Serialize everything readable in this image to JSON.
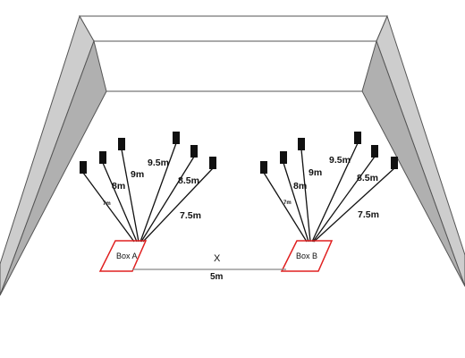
{
  "colors": {
    "wall_top": "#ffffff",
    "wall_side": "#c9c9c9",
    "wall_stroke": "#555555",
    "box_outline": "#e02020",
    "speaker": "#111111",
    "line": "#111111"
  },
  "box_a": {
    "label": "Box A",
    "distances": {
      "d7": "7m",
      "d8": "8m",
      "d9": "9m",
      "d95": "9.5m",
      "d85": "8.5m",
      "d75": "7.5m"
    }
  },
  "box_b": {
    "label": "Box B",
    "distances": {
      "d7": "7m",
      "d8": "8m",
      "d9": "9m",
      "d95": "9.5m",
      "d85": "8.5m",
      "d75": "7.5m"
    }
  },
  "between": {
    "unknown_label": "X",
    "span_label": "5m"
  }
}
